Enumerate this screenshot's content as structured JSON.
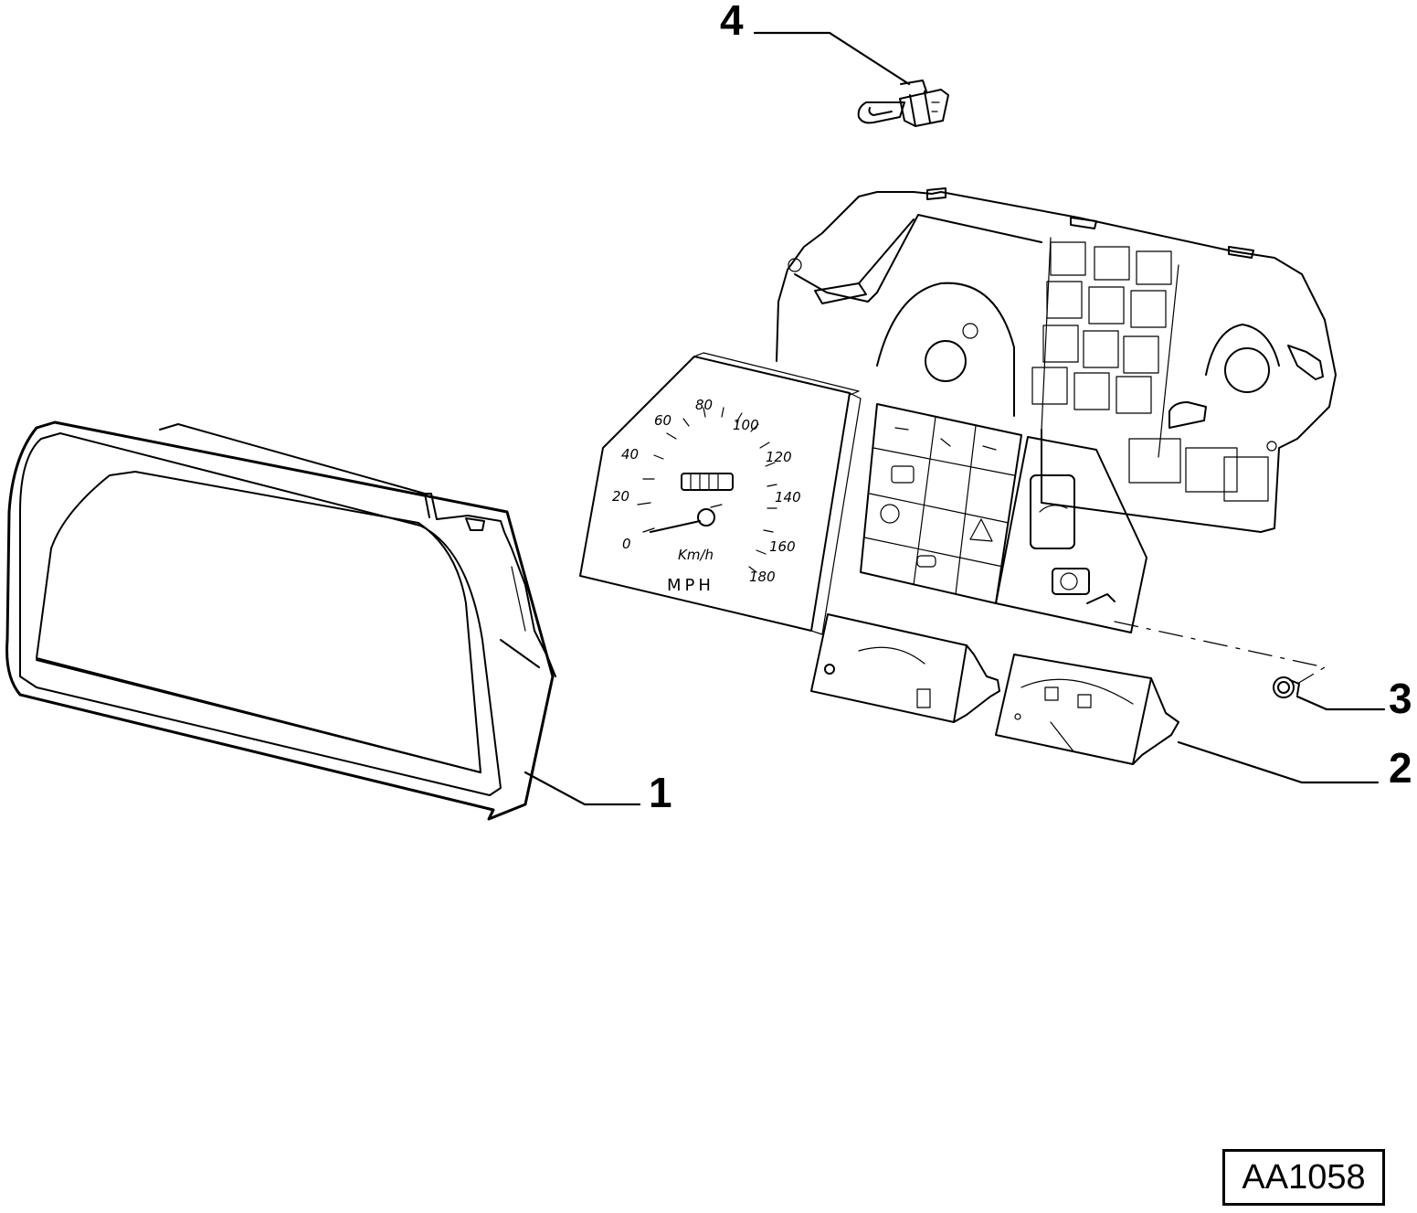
{
  "diagram": {
    "callouts": [
      {
        "number": "1",
        "part": "instrument-cluster-bezel"
      },
      {
        "number": "2",
        "part": "gauge-unit"
      },
      {
        "number": "3",
        "part": "bulb-holder"
      },
      {
        "number": "4",
        "part": "bulb-with-socket"
      }
    ],
    "speedometer": {
      "scale": [
        "0",
        "20",
        "40",
        "60",
        "80",
        "100",
        "120",
        "140",
        "160",
        "180"
      ],
      "unit_small": "Km/h",
      "unit_large": "MPH"
    },
    "drawing_code": "AA1058"
  }
}
